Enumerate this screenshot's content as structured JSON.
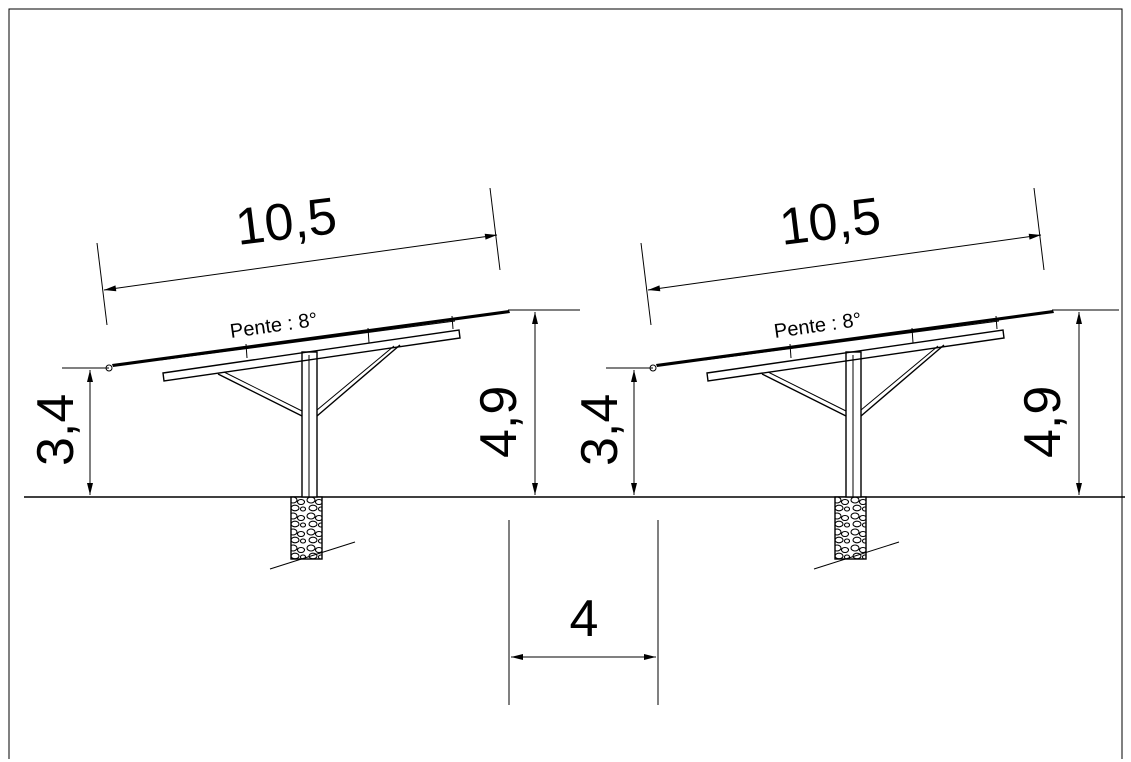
{
  "structures": [
    {
      "panel_length": "10,5",
      "slope_label": "Pente : 8°",
      "low_height": "3,4",
      "high_height": "4,9"
    },
    {
      "panel_length": "10,5",
      "slope_label": "Pente : 8°",
      "low_height": "3,4",
      "high_height": "4,9"
    }
  ],
  "row_spacing": "4",
  "colors": {
    "line": "#000000",
    "background": "#ffffff"
  }
}
